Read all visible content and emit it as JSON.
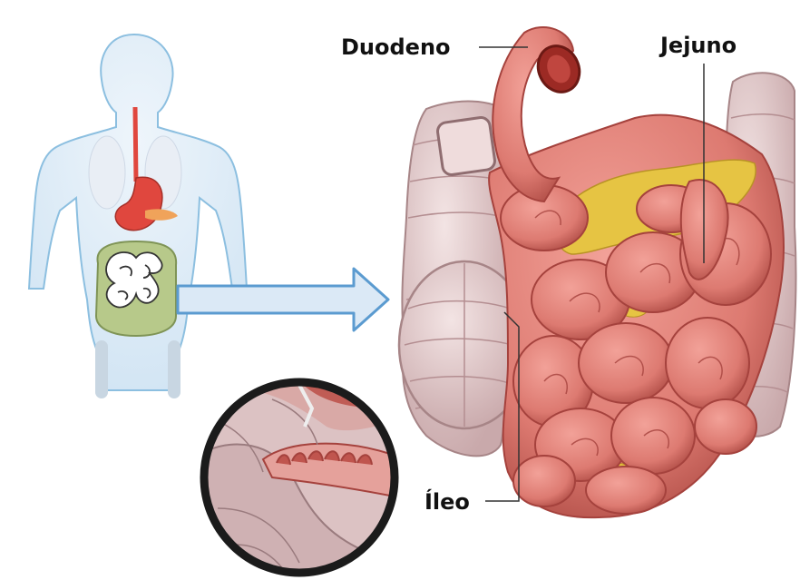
{
  "labels": {
    "duodeno": "Duodeno",
    "jejuno": "Jejuno",
    "ileo": "Íleo"
  },
  "colors": {
    "body_fill": "#dcebf7",
    "body_outline": "#8cbfe0",
    "arrow_fill": "#dbe9f6",
    "arrow_outline": "#5b9bd0",
    "intestine": "#e27c74",
    "intestine_dark": "#a5423d",
    "colon": "#e8d2d2",
    "fat": "#e6c443",
    "stomach": "#e0473e",
    "label_line": "#333333"
  }
}
